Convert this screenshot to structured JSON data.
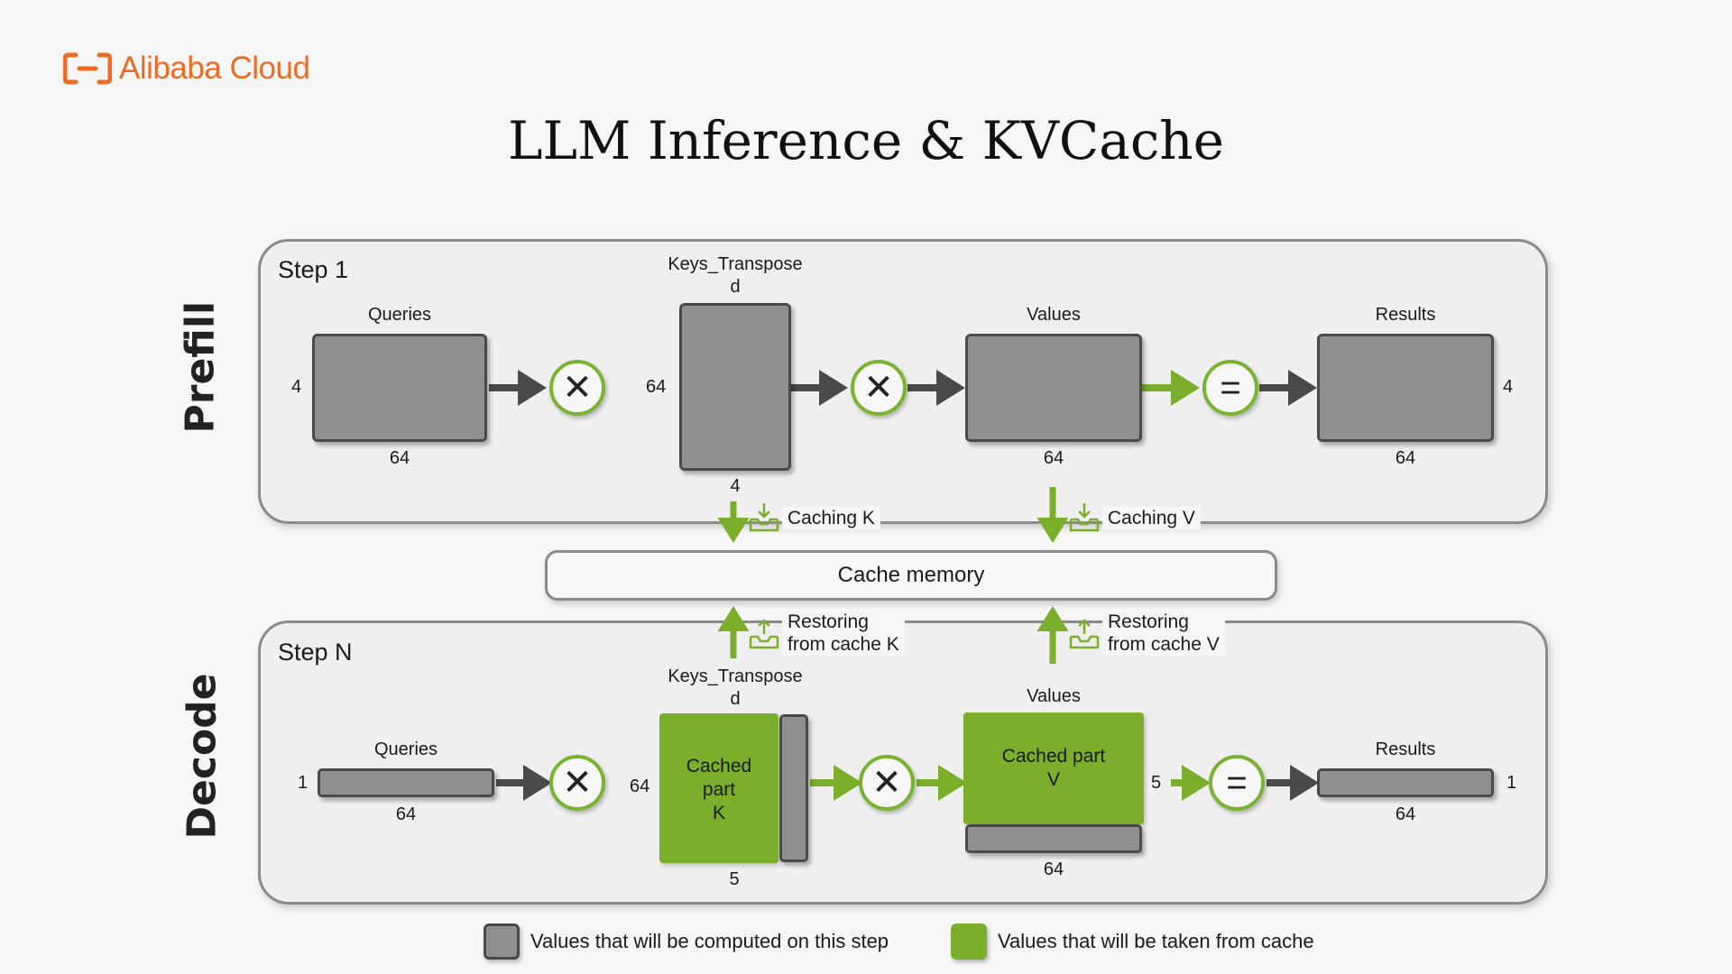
{
  "brand": {
    "name": "Alibaba Cloud",
    "color": "#ec6c25"
  },
  "title": "LLM Inference & KVCache",
  "colors": {
    "computed": "#8f8f8f",
    "cached": "#7aae2b",
    "arrow_dark": "#4a4a4a",
    "arrow_green": "#7aae2b"
  },
  "prefill": {
    "side_label": "Prefill",
    "step": "Step 1",
    "queries": {
      "title": "Queries",
      "rows": "4",
      "cols": "64"
    },
    "keys": {
      "title_line1": "Keys_Transpose",
      "title_line2": "d",
      "rows": "64",
      "cols": "4"
    },
    "values": {
      "title": "Values",
      "cols": "64"
    },
    "results": {
      "title": "Results",
      "rows": "4",
      "cols": "64"
    },
    "multiply_symbol": "✕",
    "equals_symbol": "="
  },
  "cache": {
    "memory_label": "Cache memory",
    "caching_k": "Caching K",
    "caching_v": "Caching V",
    "restoring_k_line1": "Restoring",
    "restoring_k_line2": "from cache K",
    "restoring_v_line1": "Restoring",
    "restoring_v_line2": "from cache V"
  },
  "decode": {
    "side_label": "Decode",
    "step": "Step N",
    "queries": {
      "title": "Queries",
      "rows": "1",
      "cols": "64"
    },
    "keys": {
      "title_line1": "Keys_Transpose",
      "title_line2": "d",
      "rows": "64",
      "cols": "5",
      "cached_line1": "Cached",
      "cached_line2": "part",
      "cached_line3": "K"
    },
    "values": {
      "title": "Values",
      "rows": "5",
      "cols": "64",
      "cached_line1": "Cached part",
      "cached_line2": "V"
    },
    "results": {
      "title": "Results",
      "rows": "1",
      "cols": "64"
    },
    "multiply_symbol": "✕",
    "equals_symbol": "="
  },
  "legend": {
    "computed_label": "Values that will be computed on this step",
    "cached_label": "Values that will be taken from cache"
  }
}
